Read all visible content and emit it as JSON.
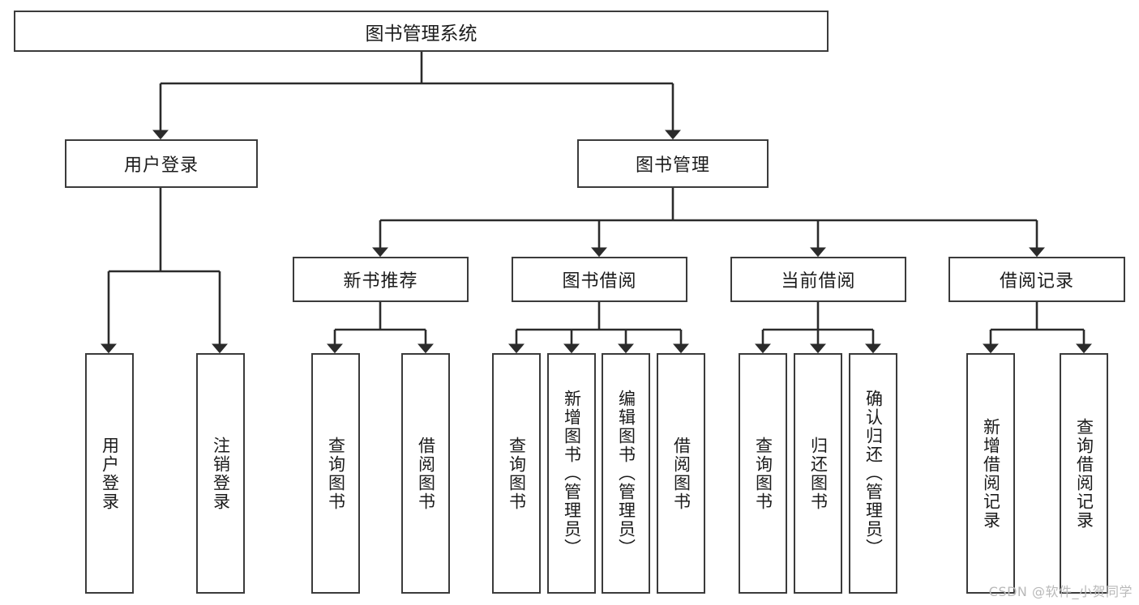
{
  "diagram": {
    "title": "图书管理系统",
    "root": {
      "label": "图书管理系统"
    },
    "level2": [
      {
        "label": "用户登录"
      },
      {
        "label": "图书管理"
      }
    ],
    "level3": [
      {
        "label": "新书推荐"
      },
      {
        "label": "图书借阅"
      },
      {
        "label": "当前借阅"
      },
      {
        "label": "借阅记录"
      }
    ],
    "leaves": {
      "user_login": [
        {
          "label": "用户登录"
        },
        {
          "label": "注销登录"
        }
      ],
      "new_book": [
        {
          "label": "查询图书"
        },
        {
          "label": "借阅图书"
        }
      ],
      "borrow_book": [
        {
          "label": "查询图书"
        },
        {
          "label": "新增图书（管理员）"
        },
        {
          "label": "编辑图书（管理员）"
        },
        {
          "label": "借阅图书"
        }
      ],
      "current_borrow": [
        {
          "label": "查询图书"
        },
        {
          "label": "归还图书"
        },
        {
          "label": "确认归还（管理员）"
        }
      ],
      "borrow_record": [
        {
          "label": "新增借阅记录"
        },
        {
          "label": "查询借阅记录"
        }
      ]
    }
  },
  "watermark": {
    "text": "CSDN @软件_小贺同学"
  },
  "colors": {
    "border": "#3b3b3b",
    "background": "#ffffff",
    "text": "#1b1b1b",
    "watermark": "#b9b9b9"
  }
}
